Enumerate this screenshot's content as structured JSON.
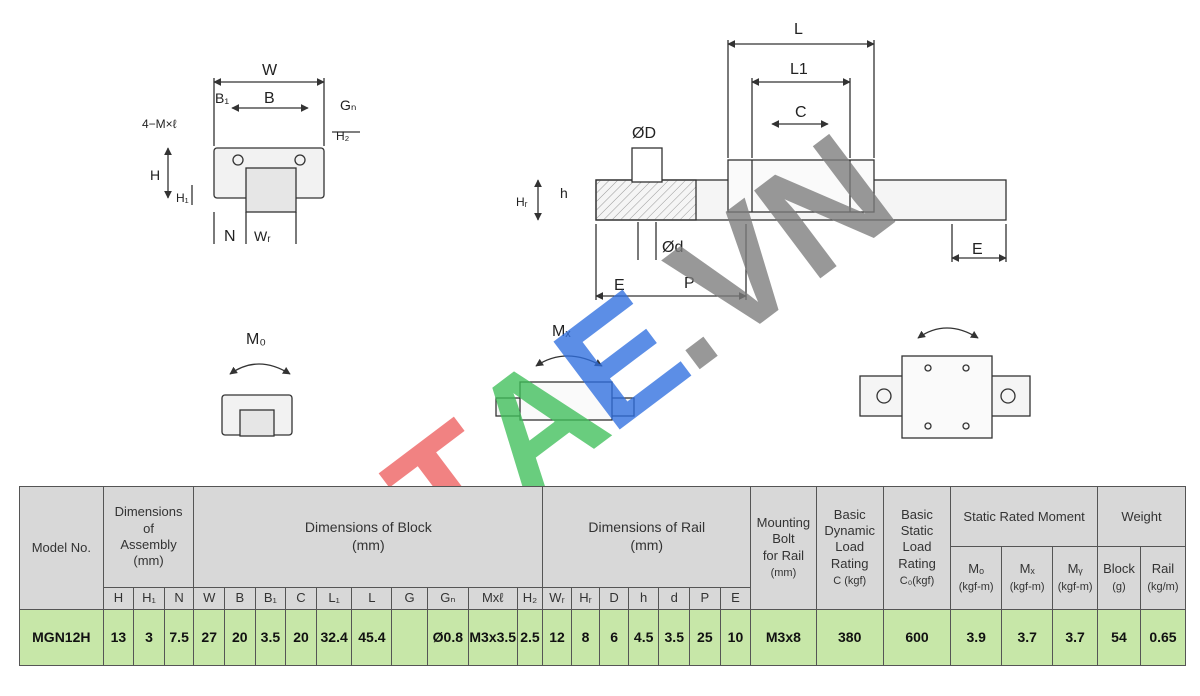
{
  "drawing_labels": {
    "front": {
      "W": "W",
      "B1": "B₁",
      "B": "B",
      "Gn": "Gₙ",
      "MxL": "4−M×ℓ",
      "H": "H",
      "H1": "H₁",
      "N": "N",
      "WR": "Wᵣ",
      "H2": "H₂"
    },
    "side": {
      "L": "L",
      "L1": "L1",
      "C": "C",
      "D": "ØD",
      "HR": "Hᵣ",
      "h": "h",
      "d": "Ød",
      "E_left": "E",
      "P": "P",
      "E_right": "E"
    },
    "moments": {
      "M0": "M₀",
      "MX": "Mₓ"
    }
  },
  "watermark": {
    "T": "T",
    "A": "A",
    "E": "E",
    "rest": ".VN"
  },
  "table": {
    "headers": {
      "model": "Model No.",
      "assembly": [
        "Dimensions",
        "of",
        "Assembly",
        "(mm)"
      ],
      "block": [
        "Dimensions of Block",
        "(mm)"
      ],
      "rail": [
        "Dimensions of Rail",
        "(mm)"
      ],
      "bolt": [
        "Mounting",
        "Bolt",
        "for Rail",
        "(mm)"
      ],
      "dynamic": [
        "Basic",
        "Dynamic",
        "Load",
        "Rating",
        "C (kgf)"
      ],
      "static": [
        "Basic",
        "Static",
        "Load",
        "Rating",
        "C₀(kgf)"
      ],
      "moment": "Static Rated Moment",
      "weight": "Weight"
    },
    "sub_assembly": [
      "H",
      "H₁",
      "N"
    ],
    "sub_block": [
      "W",
      "B",
      "B₁",
      "C",
      "L₁",
      "L",
      "G",
      "Gₙ",
      "Mxℓ",
      "H₂"
    ],
    "sub_rail": [
      "Wᵣ",
      "Hᵣ",
      "D",
      "h",
      "d",
      "P",
      "E"
    ],
    "sub_moment": [
      [
        "Mₒ",
        "(kgf-m)"
      ],
      [
        "Mₓ",
        "(kgf-m)"
      ],
      [
        "Mᵧ",
        "(kgf-m)"
      ]
    ],
    "sub_weight": [
      [
        "Block",
        "(g)"
      ],
      [
        "Rail",
        "(kg/m)"
      ]
    ],
    "row": [
      "MGN12H",
      "13",
      "3",
      "7.5",
      "27",
      "20",
      "3.5",
      "20",
      "32.4",
      "45.4",
      "",
      "Ø0.8",
      "M3x3.5",
      "2.5",
      "12",
      "8",
      "6",
      "4.5",
      "3.5",
      "25",
      "10",
      "M3x8",
      "380",
      "600",
      "3.9",
      "3.7",
      "3.7",
      "54",
      "0.65"
    ]
  },
  "colors": {
    "header_bg": "#d8d8d8",
    "row_bg": "#c7e7a8",
    "wm_red": "#ee6060",
    "wm_green": "#3fbf5a",
    "wm_blue": "#2f6fe0",
    "wm_gray": "#7c7c7c"
  }
}
